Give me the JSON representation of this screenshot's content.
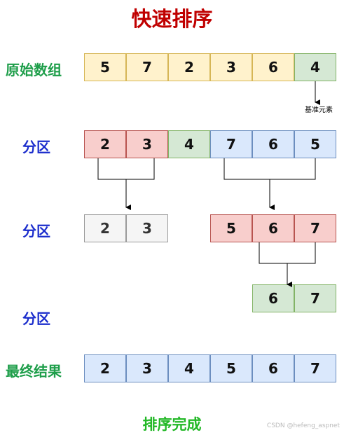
{
  "title": "快速排序",
  "rows": [
    {
      "label": "原始数组",
      "label_color": "green",
      "cells": [
        {
          "v": "5",
          "c": "yellow"
        },
        {
          "v": "7",
          "c": "yellow"
        },
        {
          "v": "2",
          "c": "yellow"
        },
        {
          "v": "3",
          "c": "yellow"
        },
        {
          "v": "6",
          "c": "yellow"
        },
        {
          "v": "4",
          "c": "green"
        }
      ]
    },
    {
      "label": "分区",
      "label_color": "blue",
      "cells": [
        {
          "v": "2",
          "c": "red"
        },
        {
          "v": "3",
          "c": "red"
        },
        {
          "v": "4",
          "c": "green"
        },
        {
          "v": "7",
          "c": "blue"
        },
        {
          "v": "6",
          "c": "blue"
        },
        {
          "v": "5",
          "c": "blue"
        }
      ]
    },
    {
      "label": "分区",
      "label_color": "blue",
      "cells": [
        {
          "v": "2",
          "c": "gray"
        },
        {
          "v": "3",
          "c": "gray"
        },
        {
          "v": "5",
          "c": "red"
        },
        {
          "v": "6",
          "c": "red"
        },
        {
          "v": "7",
          "c": "red"
        }
      ]
    },
    {
      "label": "分区",
      "label_color": "blue",
      "cells": [
        {
          "v": "6",
          "c": "green"
        },
        {
          "v": "7",
          "c": "green"
        }
      ]
    },
    {
      "label": "最终结果",
      "label_color": "green",
      "cells": [
        {
          "v": "2",
          "c": "blue"
        },
        {
          "v": "3",
          "c": "blue"
        },
        {
          "v": "4",
          "c": "blue"
        },
        {
          "v": "5",
          "c": "blue"
        },
        {
          "v": "6",
          "c": "blue"
        },
        {
          "v": "7",
          "c": "blue"
        }
      ]
    }
  ],
  "pivot_note": "基准元素",
  "footer": "排序完成",
  "watermark": "CSDN @hefeng_aspnet"
}
